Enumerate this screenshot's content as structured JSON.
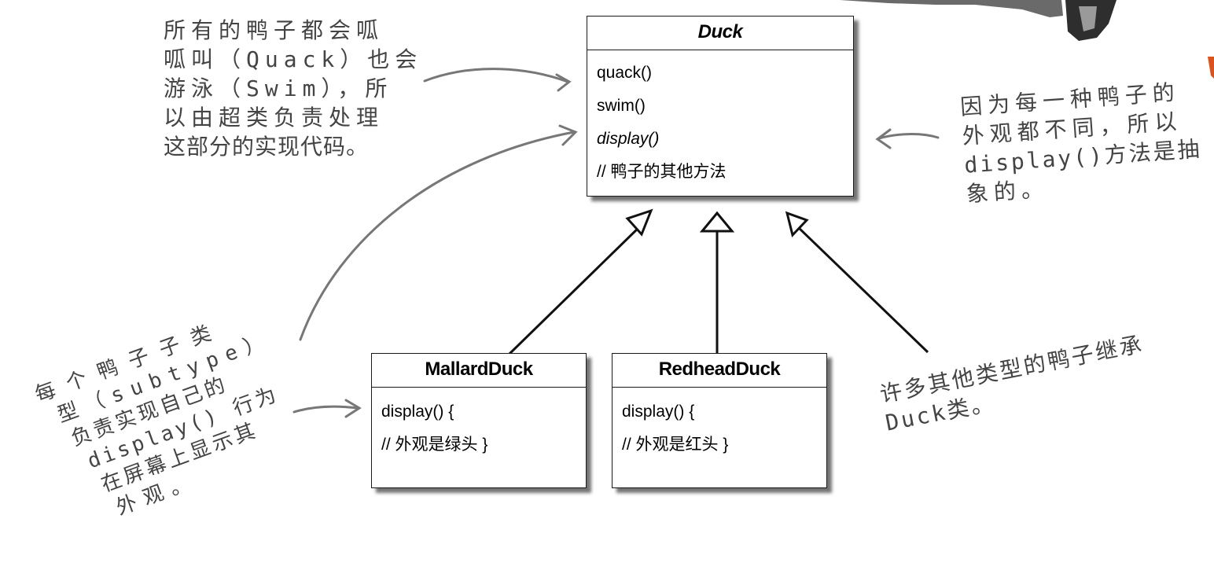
{
  "duck": {
    "name": "Duck",
    "methods": [
      "quack()",
      "swim()",
      "display()",
      "// 鸭子的其他方法"
    ]
  },
  "mallard": {
    "name": "MallardDuck",
    "lines": [
      "display() {",
      "// 外观是绿头 }"
    ]
  },
  "redhead": {
    "name": "RedheadDuck",
    "lines": [
      "display() {",
      "//  外观是红头 }"
    ]
  },
  "notes": {
    "top_left": [
      "所有的鸭子都会呱",
      "呱叫（Quack）也会",
      "游泳（Swim），所",
      "以由超类负责处理",
      "这部分的实现代码。"
    ],
    "right": [
      "因为每一种鸭子的",
      "外观都不同，所以",
      "display()方法是抽",
      "象的。"
    ],
    "bottom_left": [
      "每个鸭子子类",
      "型（subtype）",
      "负责实现自己的",
      "display() 行为",
      "在屏幕上显示其",
      "外观。"
    ],
    "bottom_right": [
      "许多其他类型的鸭子继承",
      "Duck类。"
    ]
  },
  "colors": {
    "ink": "#1a1a1a",
    "annotation": "#555555",
    "shadow": "#000000"
  }
}
